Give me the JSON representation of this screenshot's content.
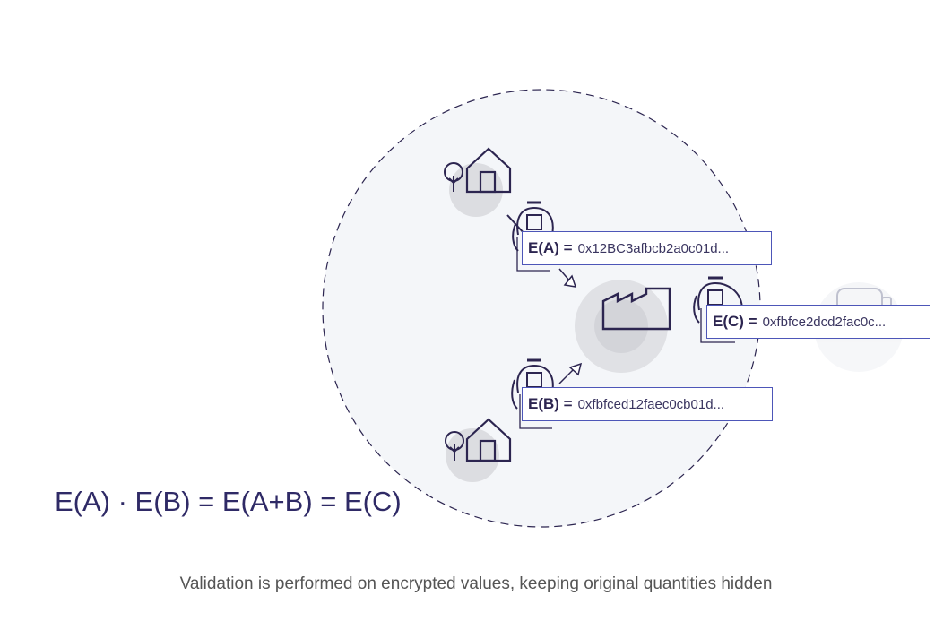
{
  "tags": {
    "a": {
      "label": "E(A) =",
      "value": "0x12BC3afbcb2a0c01d..."
    },
    "b": {
      "label": "E(B) =",
      "value": "0xfbfced12faec0cb01d..."
    },
    "c": {
      "label": "E(C) =",
      "value": "0xfbfce2dcd2fac0c..."
    }
  },
  "formula": "E(A) · E(B) = E(A+B) = E(C)",
  "caption": "Validation is performed on encrypted values, keeping original quantities hidden",
  "icons": {
    "house_top": "house-icon",
    "house_bottom": "house-icon",
    "tree_top": "tree-icon",
    "tree_bottom": "tree-icon",
    "factory": "factory-icon",
    "canisters": "milk-can-icon",
    "external_can": "milk-can-icon"
  },
  "colors": {
    "accent": "#4d56b8",
    "ink": "#2c2550",
    "circle_fill": "#f4f6f9"
  }
}
